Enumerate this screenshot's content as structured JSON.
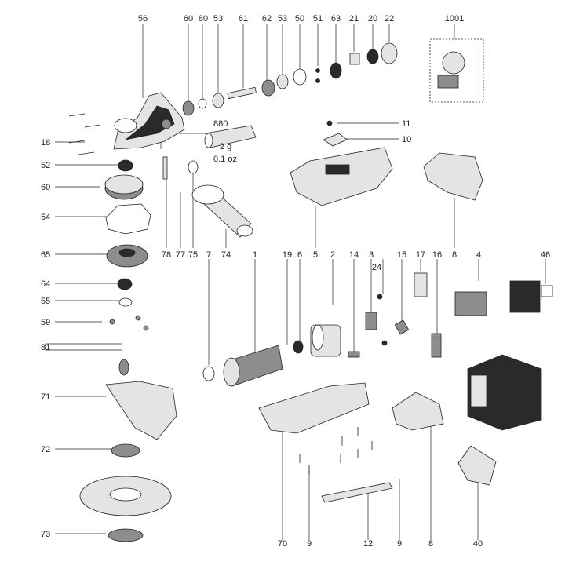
{
  "parts": [
    "56",
    "60",
    "80",
    "53",
    "61",
    "62",
    "53",
    "50",
    "51",
    "63",
    "21",
    "20",
    "22",
    "1001",
    "880",
    "2 g",
    "0.1 oz",
    "11",
    "10",
    "18",
    "52",
    "60",
    "54",
    "65",
    "64",
    "55",
    "59",
    "81",
    "71",
    "72",
    "73",
    "78",
    "77",
    "75",
    "7",
    "74",
    "1",
    "19",
    "6",
    "2",
    "14",
    "3",
    "24",
    "15",
    "17",
    "16",
    "4",
    "46",
    "5",
    "8",
    "70",
    "9",
    "12",
    "9",
    "8",
    "40"
  ],
  "grease_note": {
    "code": "880",
    "amount": "2 g",
    "amount_imperial": "0.1 oz"
  },
  "inset_label": "1001"
}
